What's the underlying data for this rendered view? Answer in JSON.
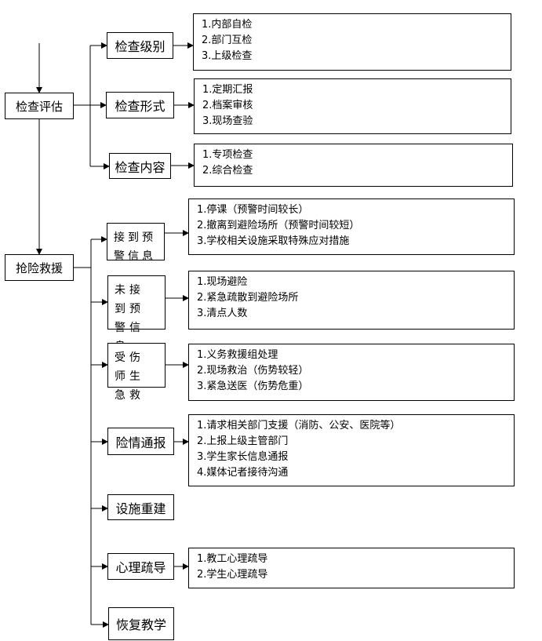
{
  "root": {
    "check": "检查评估",
    "rescue": "抢险救援"
  },
  "check_branches": [
    {
      "label": "检查级别",
      "items": [
        "1.内部自检",
        "2.部门互检",
        "3.上级检查"
      ]
    },
    {
      "label": "检查形式",
      "items": [
        "1.定期汇报",
        "2.档案审核",
        "3.现场查验"
      ]
    },
    {
      "label": "检查内容",
      "items": [
        "1.专项检查",
        "2.综合检查"
      ]
    }
  ],
  "rescue_branches": [
    {
      "label": "接到预警信息",
      "items": [
        "1.停课（预警时间较长）",
        "2.撤离到避险场所（预警时间较短）",
        "3.学校相关设施采取特殊应对措施"
      ]
    },
    {
      "label": "未接到预警信息",
      "items": [
        "1.现场避险",
        "2.紧急疏散到避险场所",
        "3.清点人数"
      ]
    },
    {
      "label": "受伤师生急救",
      "items": [
        "1.义务救援组处理",
        "2.现场救治（伤势较轻）",
        "3.紧急送医（伤势危重）"
      ]
    },
    {
      "label": "险情通报",
      "items": [
        "1.请求相关部门支援（消防、公安、医院等）",
        "2.上报上级主管部门",
        "3.学生家长信息通报",
        "4.媒体记者接待沟通"
      ]
    },
    {
      "label": "设施重建",
      "items": []
    },
    {
      "label": "心理疏导",
      "items": [
        "1.教工心理疏导",
        "2.学生心理疏导"
      ]
    },
    {
      "label": "恢复教学",
      "items": []
    }
  ]
}
